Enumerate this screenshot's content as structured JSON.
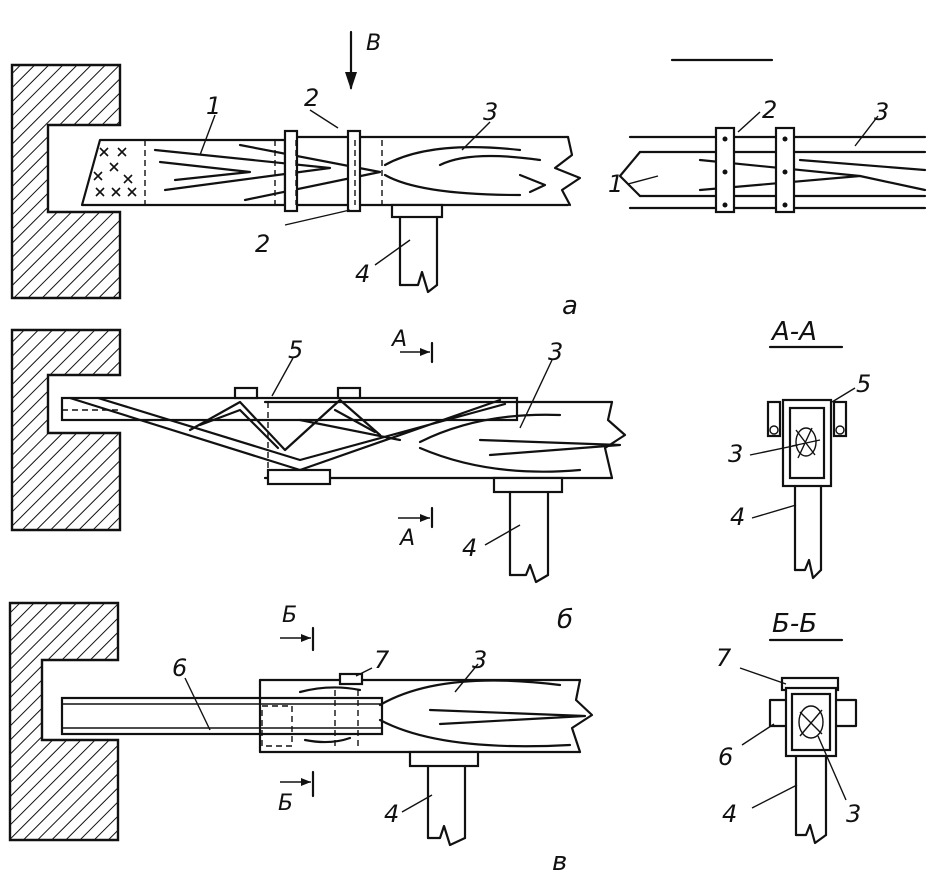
{
  "labels": {
    "n1": "1",
    "n2": "2",
    "n3": "3",
    "n4": "4",
    "n5": "5",
    "n6": "6",
    "n7": "7",
    "view_b": "В",
    "sub_a": "а",
    "sub_b": "б",
    "sub_v": "в",
    "section_aa": "А-А",
    "section_bb": "Б-Б",
    "cut_a": "А",
    "cut_b": "Б"
  }
}
